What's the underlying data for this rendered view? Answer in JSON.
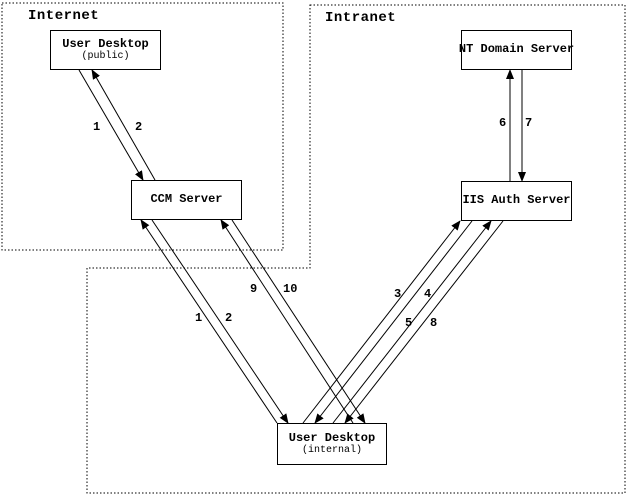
{
  "diagram": {
    "zones": [
      {
        "label": "Internet"
      },
      {
        "label": "Intranet"
      }
    ],
    "nodes": [
      {
        "title": "User Desktop",
        "subtitle": "(public)"
      },
      {
        "title": "CCM Server",
        "subtitle": ""
      },
      {
        "title": "NT Domain Server",
        "subtitle": ""
      },
      {
        "title": "IIS Auth Server",
        "subtitle": ""
      },
      {
        "title": "User Desktop",
        "subtitle": "(internal)"
      }
    ],
    "flows": [
      {
        "label": "1",
        "from": "User Desktop (public)",
        "to": "CCM Server"
      },
      {
        "label": "2",
        "from": "CCM Server",
        "to": "User Desktop (public)"
      },
      {
        "label": "1",
        "from": "User Desktop (internal)",
        "to": "CCM Server"
      },
      {
        "label": "2",
        "from": "CCM Server",
        "to": "User Desktop (internal)"
      },
      {
        "label": "9",
        "from": "User Desktop (internal)",
        "to": "CCM Server"
      },
      {
        "label": "10",
        "from": "CCM Server",
        "to": "User Desktop (internal)"
      },
      {
        "label": "3",
        "from": "User Desktop (internal)",
        "to": "IIS Auth Server"
      },
      {
        "label": "4",
        "from": "IIS Auth Server",
        "to": "User Desktop (internal)"
      },
      {
        "label": "5",
        "from": "User Desktop (internal)",
        "to": "IIS Auth Server"
      },
      {
        "label": "8",
        "from": "IIS Auth Server",
        "to": "User Desktop (internal)"
      },
      {
        "label": "6",
        "from": "IIS Auth Server",
        "to": "NT Domain Server"
      },
      {
        "label": "7",
        "from": "NT Domain Server",
        "to": "IIS Auth Server"
      }
    ],
    "colors": {
      "line": "#000000",
      "background": "#ffffff"
    }
  }
}
